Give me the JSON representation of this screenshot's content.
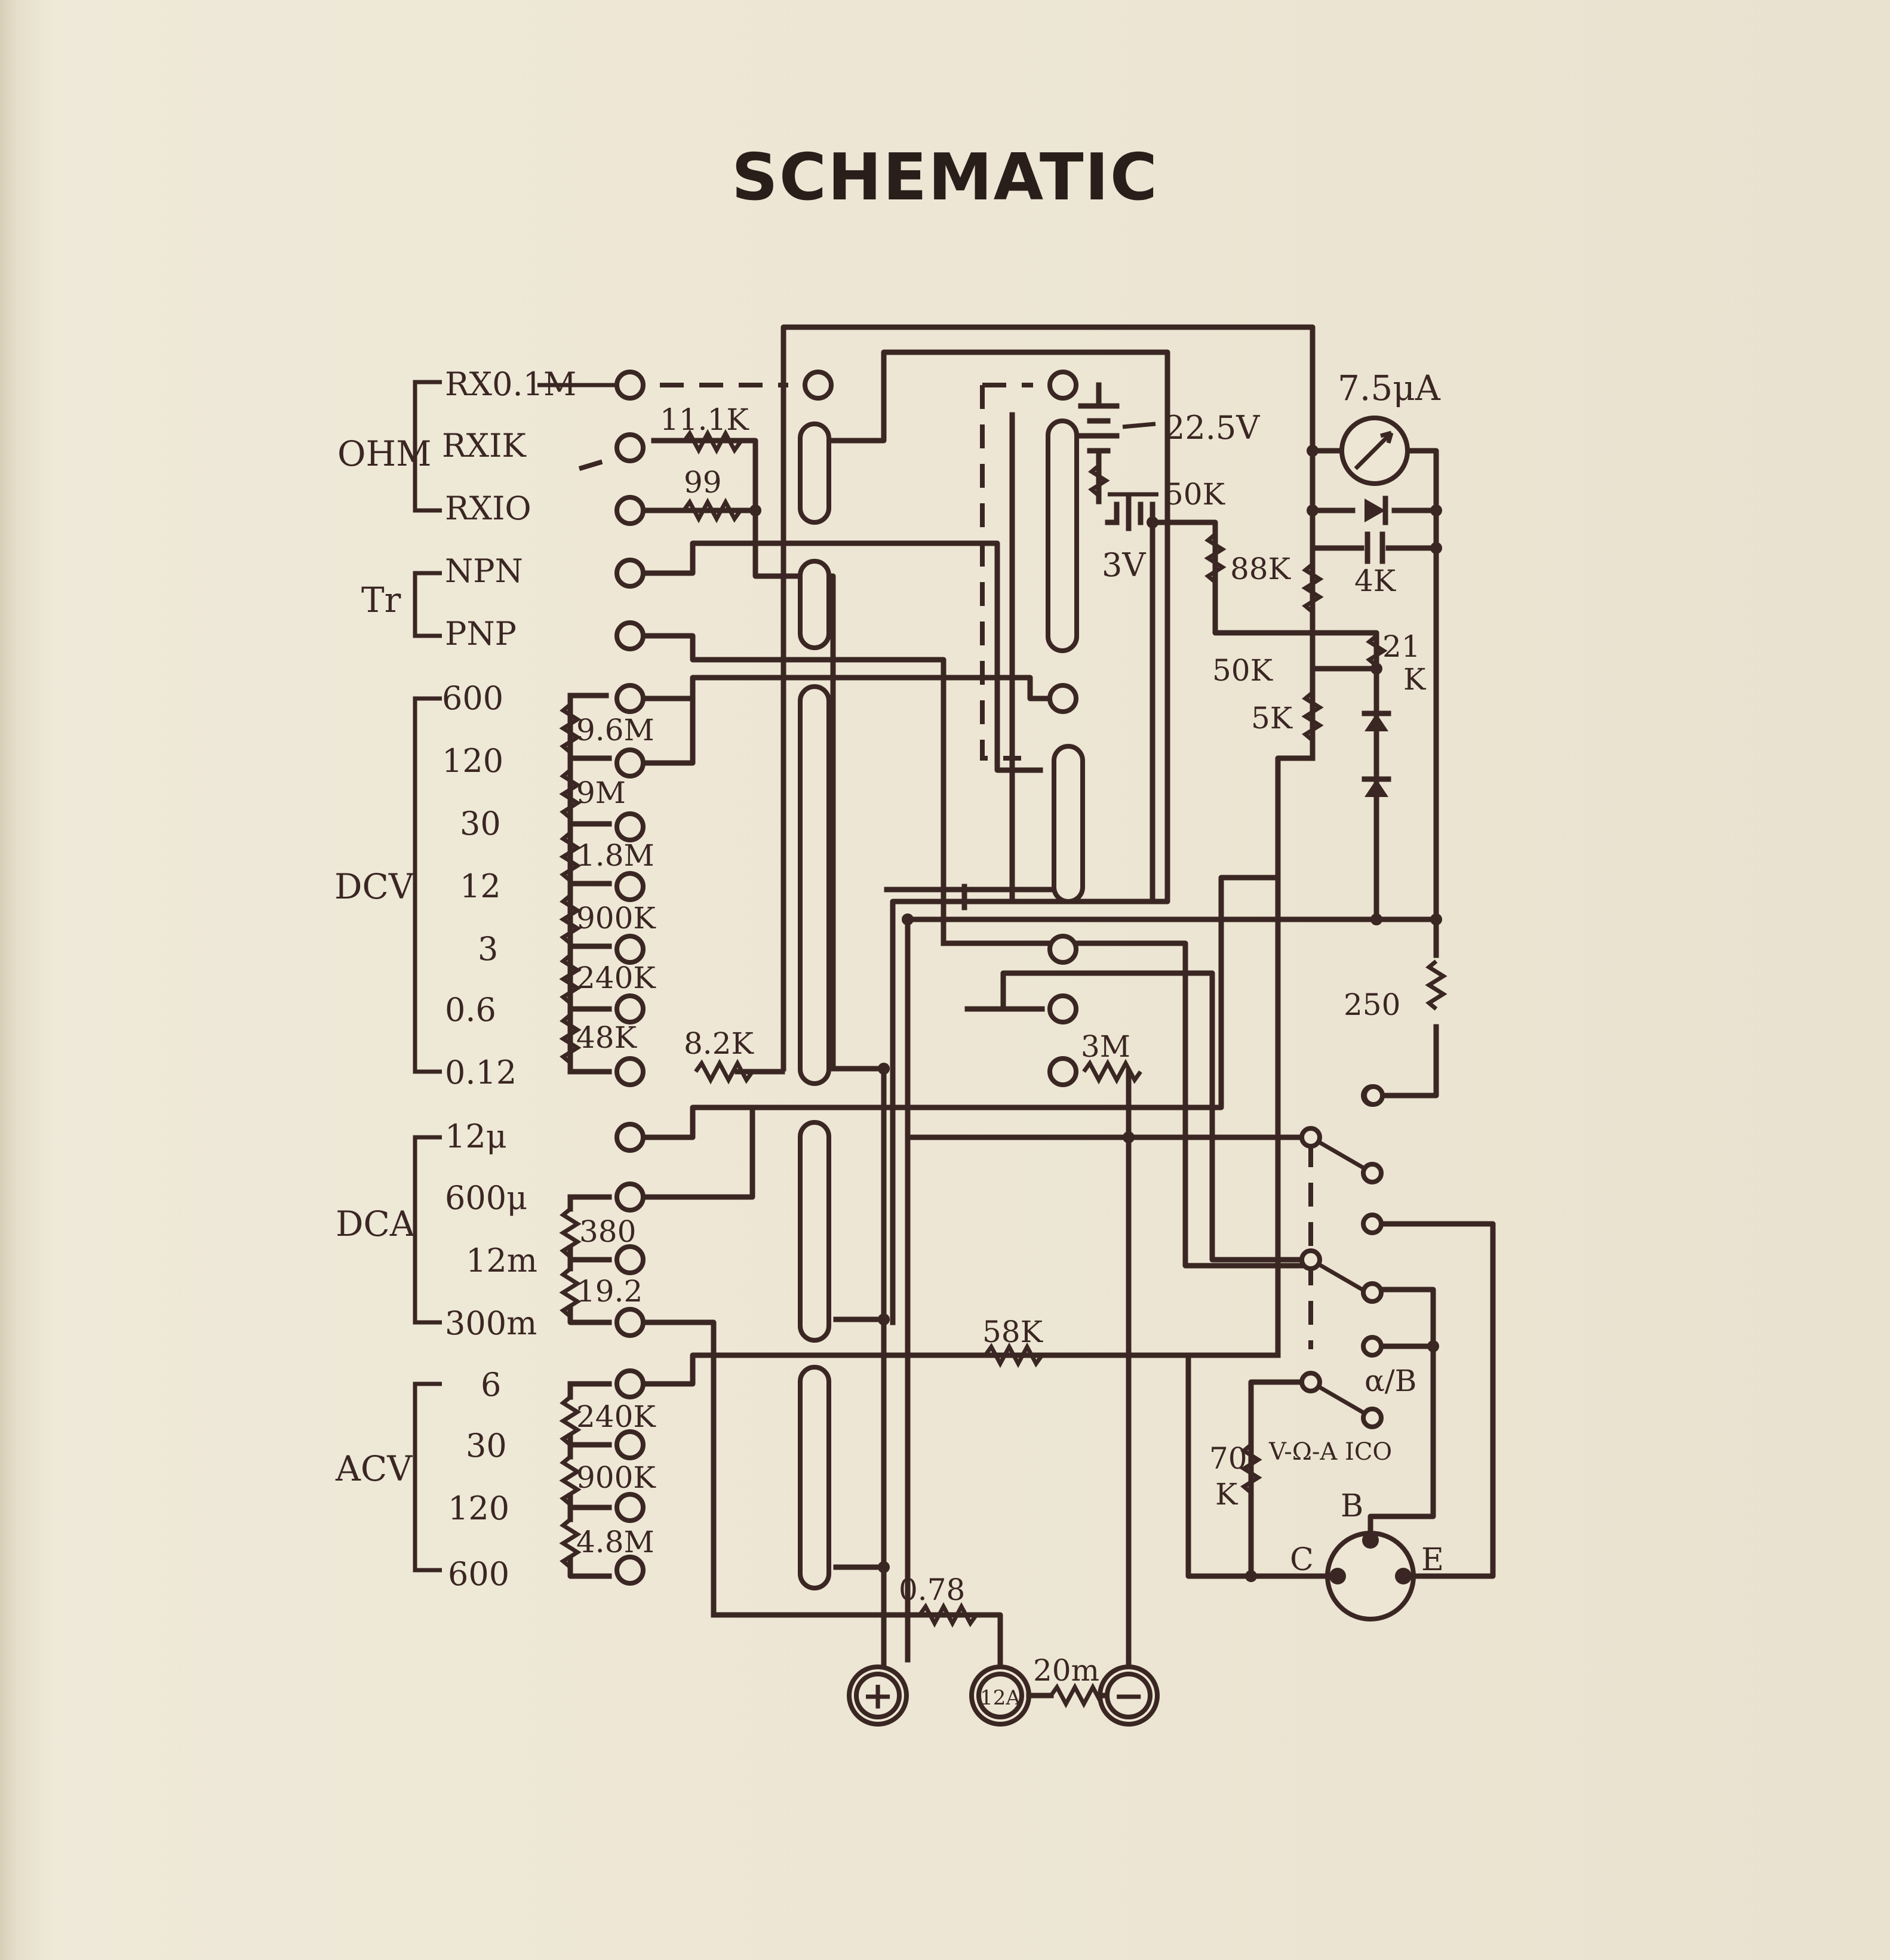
{
  "title": "SCHEMATIC",
  "groups": {
    "ohm": "OHM",
    "tr": "Tr",
    "dcv": "DCV",
    "dca": "DCA",
    "acv": "ACV"
  },
  "ranges": {
    "ohm": [
      "RX0.1M",
      "RXIK",
      "RXIO"
    ],
    "tr": [
      "NPN",
      "PNP"
    ],
    "dcv": [
      "600",
      "120",
      "30",
      "12",
      "3",
      "0.6",
      "0.12"
    ],
    "dca": [
      "12μ",
      "600μ",
      "12m",
      "300m"
    ],
    "acv": [
      "6",
      "30",
      "120",
      "600"
    ]
  },
  "resistors": {
    "r11k": "11.1K",
    "r99": "99",
    "r9_6m": "9.6M",
    "r9m": "9M",
    "r1_8m": "1.8M",
    "r900k": "900K",
    "r240k": "240K",
    "r48k": "48K",
    "r8_2k": "8.2K",
    "r380": "380",
    "r19_2": "19.2",
    "r58k": "58K",
    "ac240k": "240K",
    "ac900k": "900K",
    "ac4_8m": "4.8M",
    "r0_78": "0.78",
    "r20m": "20m",
    "r3m": "3M",
    "r88k": "88K",
    "r50k_top": "50K",
    "r50k": "50K",
    "r5k": "5K",
    "r21": "21",
    "r21k_unit": "K",
    "r250": "250",
    "r70": "70",
    "r70_unit": "K",
    "c4k": "4K"
  },
  "sources": {
    "b22_5v": "22.5V",
    "b3v": "3V"
  },
  "meter": {
    "label": "7.5μA"
  },
  "switch": {
    "alpha_beta": "α/B",
    "mode": "V-Ω-A ICO"
  },
  "transistor_socket": {
    "b": "B",
    "c": "C",
    "e": "E"
  },
  "jacks": {
    "plus": "+",
    "twelve_a": "12A",
    "minus": "−"
  }
}
